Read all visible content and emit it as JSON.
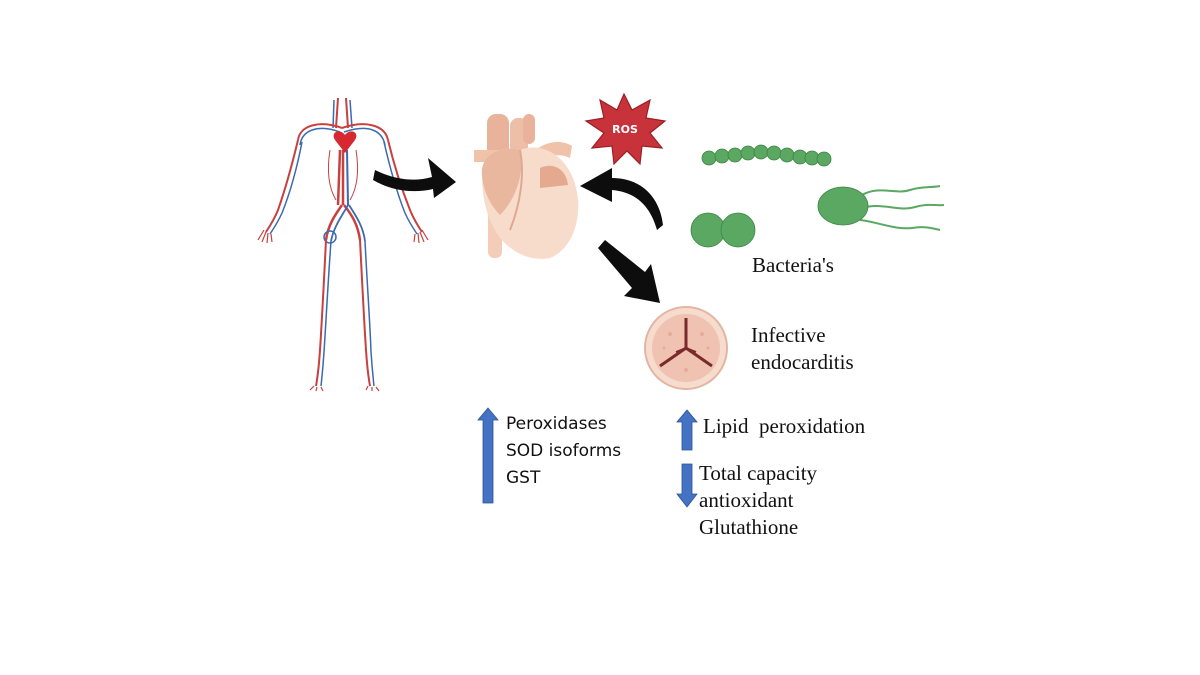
{
  "labels": {
    "ros": "ROS",
    "bacteria": "Bacteria's",
    "infective": "Infective",
    "endocarditis": "endocarditis"
  },
  "increased_markers": [
    "Peroxidases",
    "SOD isoforms",
    "GST"
  ],
  "lipid_peroxidation": "Lipid  peroxidation",
  "decreased_markers": [
    "Total capacity",
    "antioxidant",
    "Glutathione"
  ],
  "colors": {
    "arrow_black": "#0d0d0d",
    "indicator_blue": "#4472c4",
    "ros_red": "#c8323a",
    "bacteria_green": "#5aa862",
    "heart_peach": "#f3c9b0",
    "valve_pink": "#f0c8bb"
  },
  "icons": [
    "circulatory-system-icon",
    "heart-icon",
    "ros-burst-icon",
    "streptococcus-chain-icon",
    "diplococcus-icon",
    "flagellated-bacillus-icon",
    "heart-valve-icon"
  ]
}
